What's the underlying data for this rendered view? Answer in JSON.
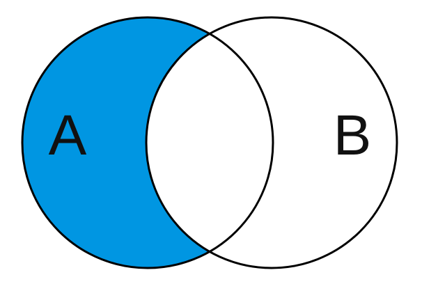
{
  "diagram": {
    "type": "venn",
    "sets": [
      {
        "id": "A",
        "label": "A"
      },
      {
        "id": "B",
        "label": "B"
      }
    ],
    "shaded_region": "A minus B",
    "colors": {
      "shaded_fill": "#0096E2",
      "unshaded_fill": "#FFFFFF",
      "outline": "#000000"
    }
  }
}
